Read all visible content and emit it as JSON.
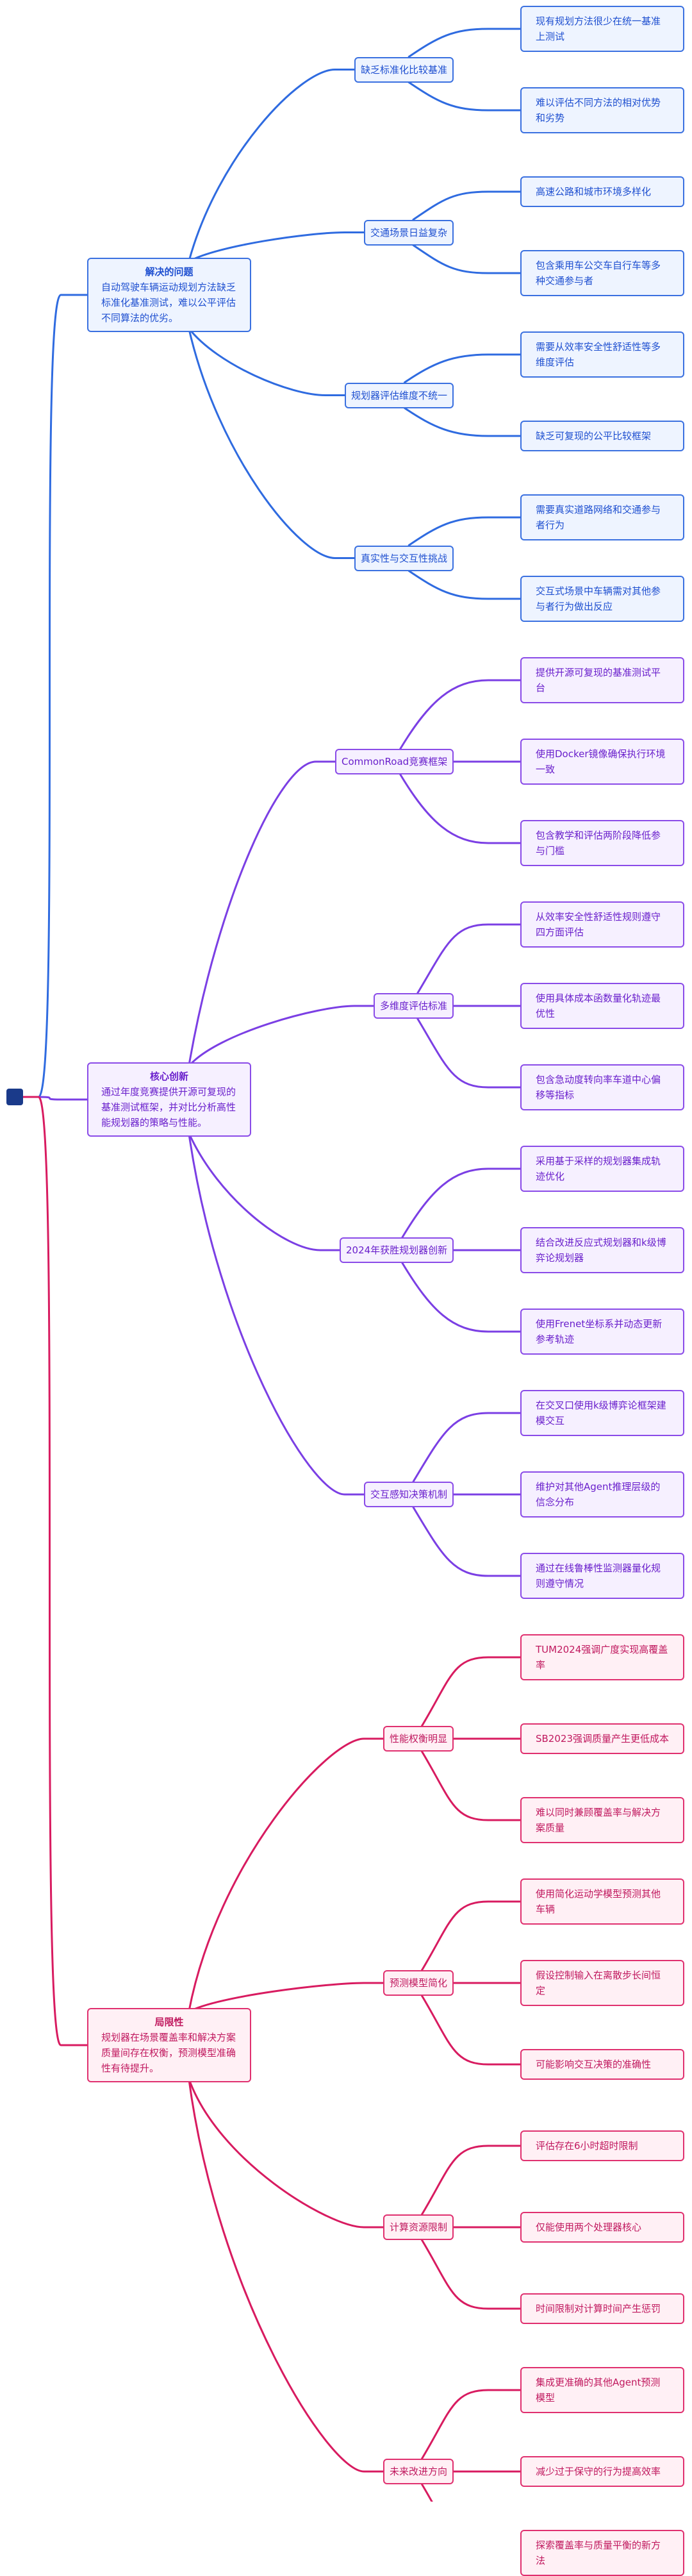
{
  "colors": {
    "blue": "#2f6be0",
    "purple": "#7b3fe4",
    "pink": "#d81b60",
    "root": "#1a3a8a"
  },
  "branches": [
    {
      "color": "blue",
      "title": "解决的问题",
      "desc": "自动驾驶车辆运动规划方法缺乏标准化基准测试，难以公平评估不同算法的优劣。",
      "children": [
        {
          "label": "缺乏标准化比较基准",
          "leaves": [
            "现有规划方法很少在统一基准上测试",
            "难以评估不同方法的相对优势和劣势"
          ]
        },
        {
          "label": "交通场景日益复杂",
          "leaves": [
            "高速公路和城市环境多样化",
            "包含乘用车公交车自行车等多种交通参与者"
          ]
        },
        {
          "label": "规划器评估维度不统一",
          "leaves": [
            "需要从效率安全性舒适性等多维度评估",
            "缺乏可复现的公平比较框架"
          ]
        },
        {
          "label": "真实性与交互性挑战",
          "leaves": [
            "需要真实道路网络和交通参与者行为",
            "交互式场景中车辆需对其他参与者行为做出反应"
          ]
        }
      ]
    },
    {
      "color": "purple",
      "title": "核心创新",
      "desc": "通过年度竞赛提供开源可复现的基准测试框架，并对比分析高性能规划器的策略与性能。",
      "children": [
        {
          "label": "CommonRoad竞赛框架",
          "leaves": [
            "提供开源可复现的基准测试平台",
            "使用Docker镜像确保执行环境一致",
            "包含教学和评估两阶段降低参与门槛"
          ]
        },
        {
          "label": "多维度评估标准",
          "leaves": [
            "从效率安全性舒适性规则遵守四方面评估",
            "使用具体成本函数量化轨迹最优性",
            "包含急动度转向率车道中心偏移等指标"
          ]
        },
        {
          "label": "2024年获胜规划器创新",
          "leaves": [
            "采用基于采样的规划器集成轨迹优化",
            "结合改进反应式规划器和k级博弈论规划器",
            "使用Frenet坐标系并动态更新参考轨迹"
          ]
        },
        {
          "label": "交互感知决策机制",
          "leaves": [
            "在交叉口使用k级博弈论框架建模交互",
            "维护对其他Agent推理层级的信念分布",
            "通过在线鲁棒性监测器量化规则遵守情况"
          ]
        }
      ]
    },
    {
      "color": "pink",
      "title": "局限性",
      "desc": "规划器在场景覆盖率和解决方案质量间存在权衡，预测模型准确性有待提升。",
      "children": [
        {
          "label": "性能权衡明显",
          "leaves": [
            "TUM2024强调广度实现高覆盖率",
            "SB2023强调质量产生更低成本",
            "难以同时兼顾覆盖率与解决方案质量"
          ]
        },
        {
          "label": "预测模型简化",
          "leaves": [
            "使用简化运动学模型预测其他车辆",
            "假设控制输入在离散步长间恒定",
            "可能影响交互决策的准确性"
          ]
        },
        {
          "label": "计算资源限制",
          "leaves": [
            "评估存在6小时超时限制",
            "仅能使用两个处理器核心",
            "时间限制对计算时间产生惩罚"
          ]
        },
        {
          "label": "未来改进方向",
          "leaves": [
            "集成更准确的其他Agent预测模型",
            "减少过于保守的行为提高效率",
            "探索覆盖率与质量平衡的新方法"
          ]
        }
      ]
    }
  ]
}
